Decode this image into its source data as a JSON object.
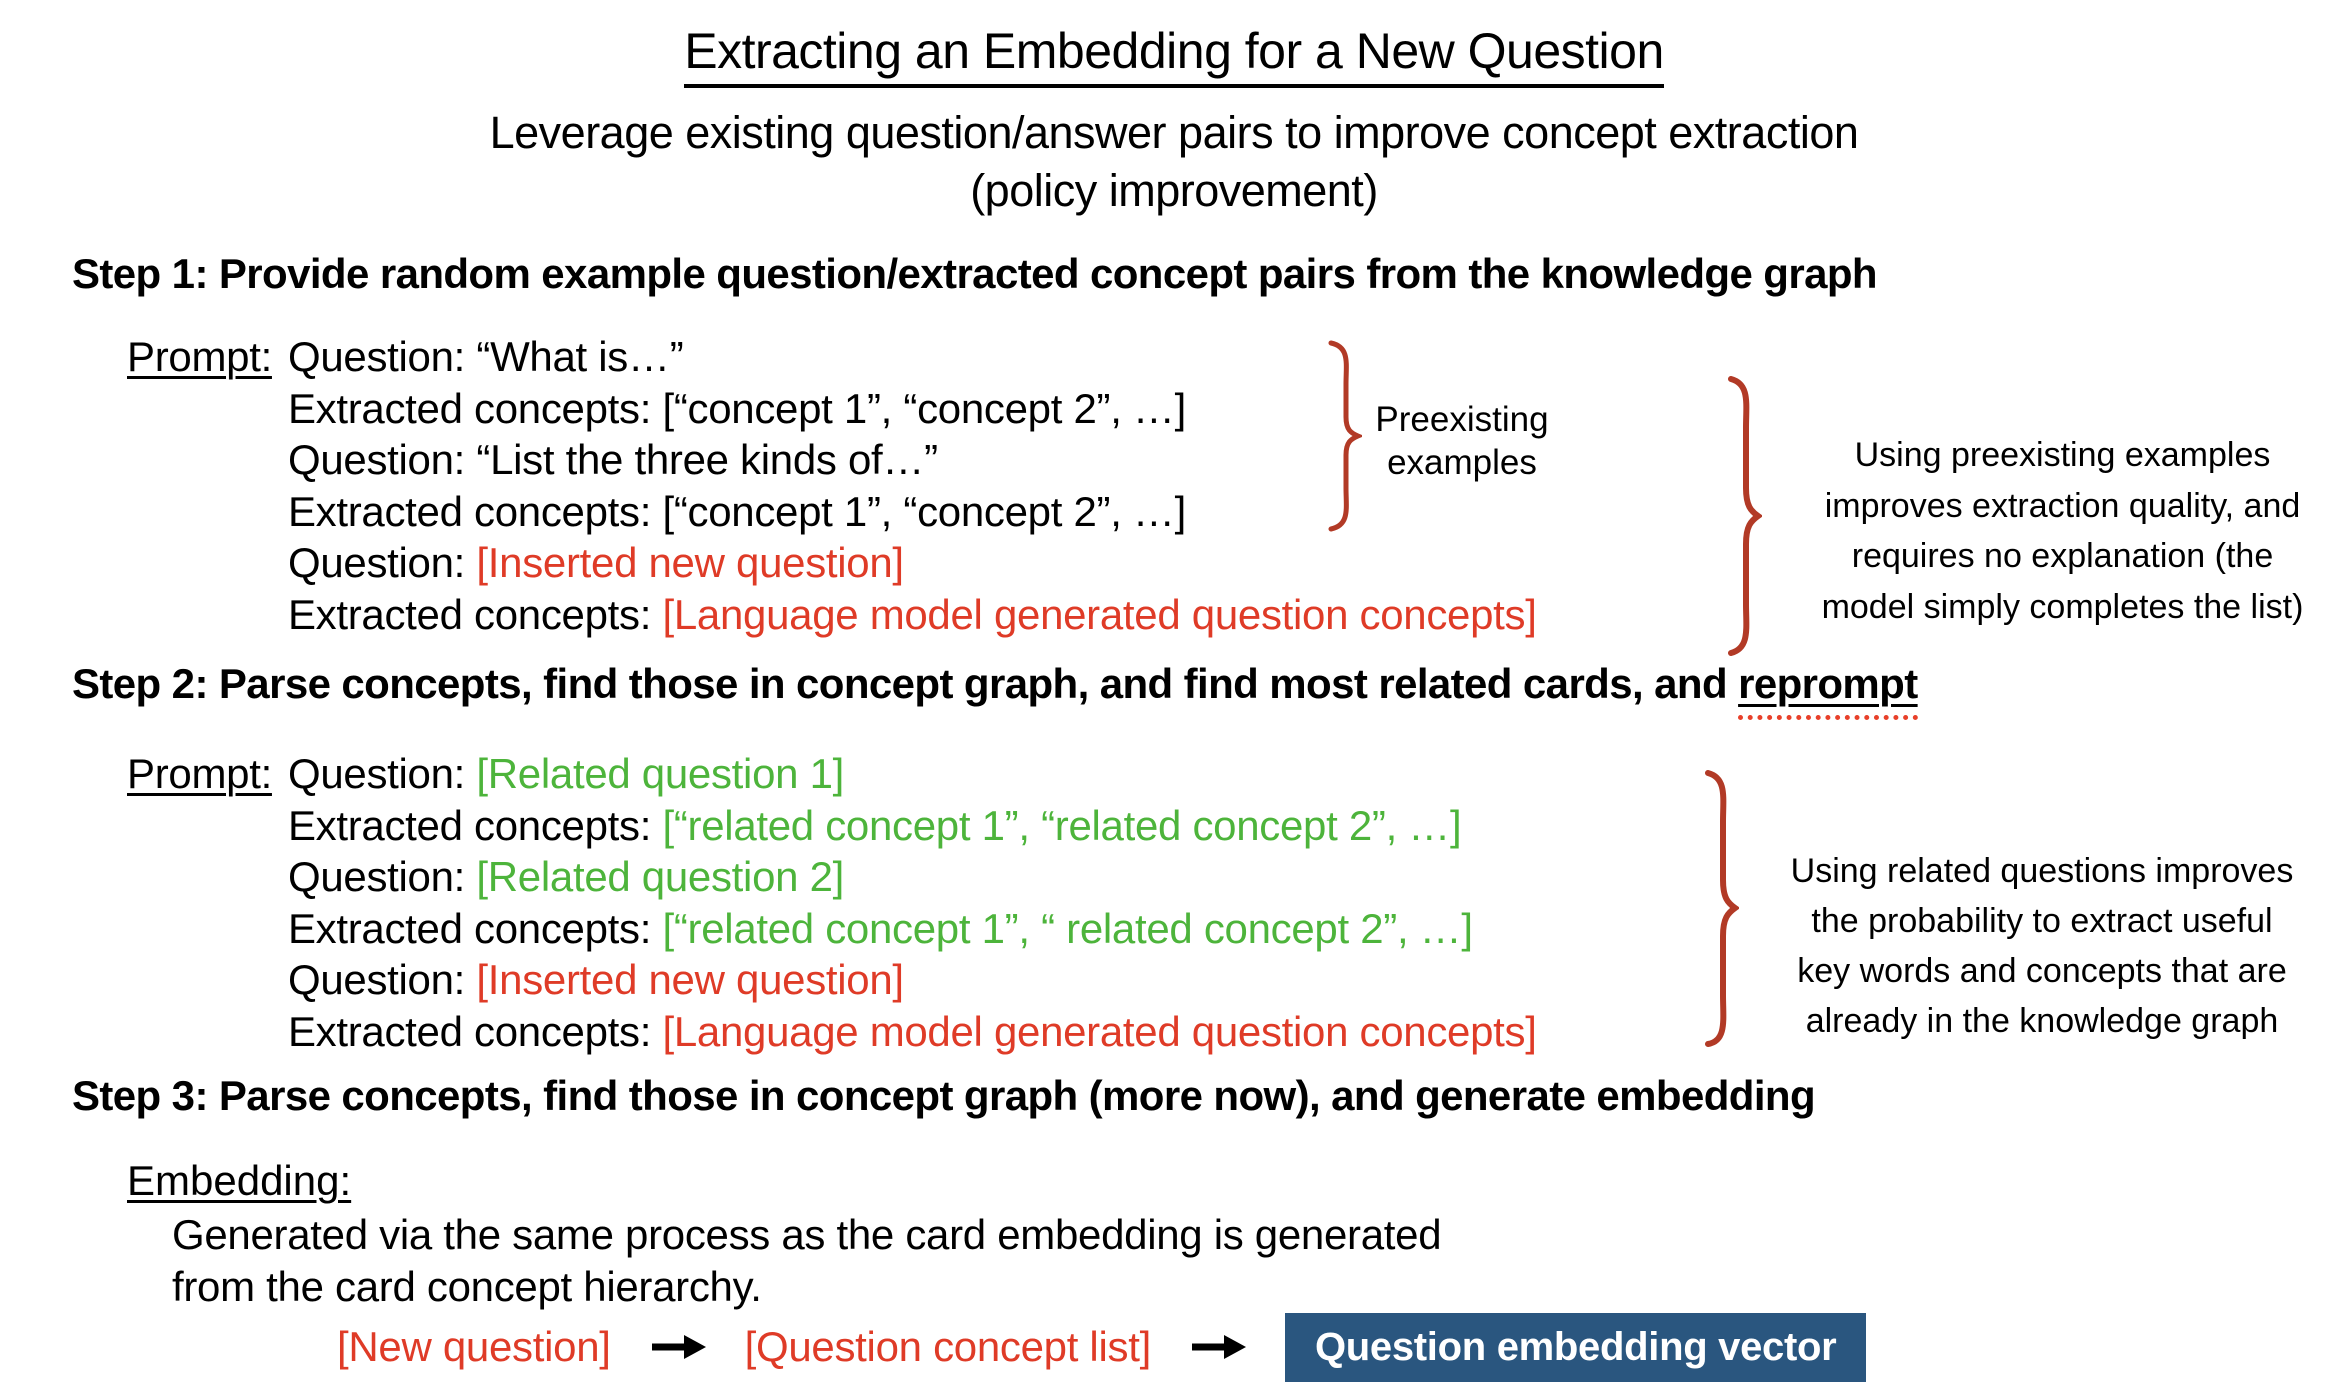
{
  "colors": {
    "red": "#df3b27",
    "green": "#4db43b",
    "brace": "#b23a26",
    "box_blue": "#2a567f"
  },
  "title": "Extracting an Embedding for a New Question",
  "subtitle": "Leverage existing question/answer pairs to improve concept extraction\n(policy improvement)",
  "step1": {
    "heading": "Step 1: Provide random example question/extracted concept pairs from the knowledge graph",
    "prompt_label": "Prompt:",
    "lines": [
      [
        {
          "t": "Question: “What is…”"
        }
      ],
      [
        {
          "t": "Extracted concepts: [“concept 1”, “concept 2”, …]"
        }
      ],
      [
        {
          "t": "Question: “List the three kinds of…”"
        }
      ],
      [
        {
          "t": "Extracted concepts: [“concept 1”, “concept 2”, …]"
        }
      ],
      [
        {
          "t": "Question: "
        },
        {
          "t": "[Inserted new question]",
          "c": "red"
        }
      ],
      [
        {
          "t": "Extracted concepts: "
        },
        {
          "t": "[Language model generated question concepts]",
          "c": "red"
        }
      ]
    ],
    "brace_label": "Preexisting\nexamples",
    "annotation": "Using preexisting examples\nimproves extraction quality, and\nrequires no explanation (the\nmodel simply completes the list)"
  },
  "step2": {
    "heading_prefix": "Step 2: Parse concepts, find those in concept graph, and find most related cards, and ",
    "heading_misspelled_word": "reprompt",
    "prompt_label": "Prompt:",
    "lines": [
      [
        {
          "t": "Question: "
        },
        {
          "t": "[Related question 1]",
          "c": "green"
        }
      ],
      [
        {
          "t": "Extracted concepts: "
        },
        {
          "t": "[“related concept 1”, “related concept 2”, …]",
          "c": "green"
        }
      ],
      [
        {
          "t": "Question: "
        },
        {
          "t": "[Related question 2]",
          "c": "green"
        }
      ],
      [
        {
          "t": "Extracted concepts: "
        },
        {
          "t": "[“related concept 1”, “ related concept 2”, …]",
          "c": "green"
        }
      ],
      [
        {
          "t": "Question: "
        },
        {
          "t": "[Inserted new question]",
          "c": "red"
        }
      ],
      [
        {
          "t": "Extracted concepts: "
        },
        {
          "t": "[Language model generated question concepts]",
          "c": "red"
        }
      ]
    ],
    "annotation": "Using related questions improves\nthe probability to extract useful\nkey words and concepts that are\nalready in the knowledge graph"
  },
  "step3": {
    "heading": "Step 3: Parse concepts, find those in concept graph (more now), and generate embedding",
    "embedding_label": "Embedding:",
    "embedding_text": "Generated via the same process as the card embedding is generated\nfrom the card concept hierarchy."
  },
  "flow": {
    "new_question": "[New question]",
    "concept_list": "[Question concept list]",
    "embedding_box_label": "Question embedding vector"
  }
}
